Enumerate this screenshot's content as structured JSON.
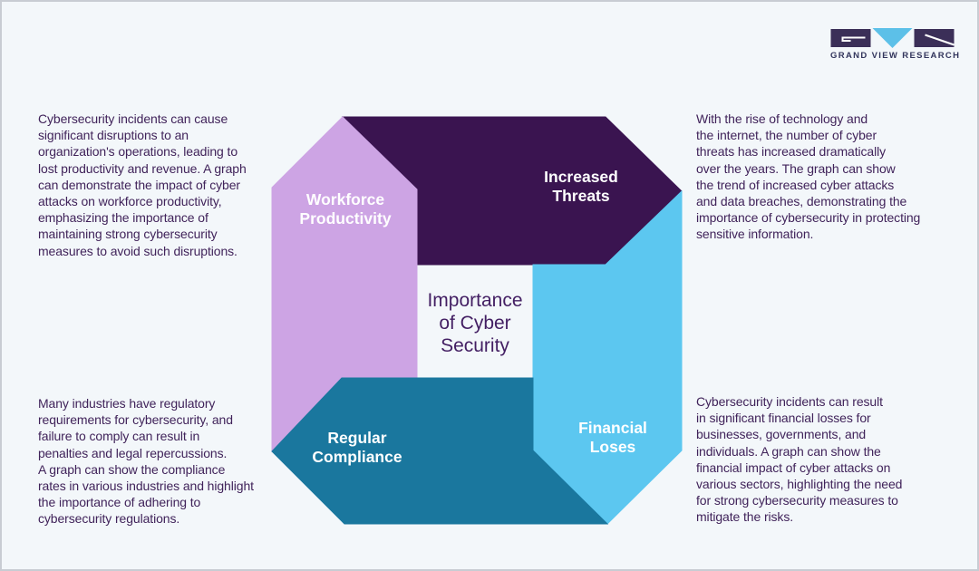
{
  "page": {
    "background_color": "#f3f7fa",
    "frame_color": "#c8ccd3"
  },
  "logo": {
    "text": "GRAND VIEW RESEARCH",
    "colors": {
      "dark": "#3b2f58",
      "triangle_blue": "#5cc0e8",
      "text": "#32355c"
    }
  },
  "diagram": {
    "title": "Importance\nof Cyber\nSecurity",
    "title_color": "#431f63",
    "label_color": "#ffffff"
  },
  "sections": {
    "workforce_productivity": {
      "label": "Workforce\nProductivity",
      "arrow_direction": "up",
      "color": "#cda4e4",
      "description": "Cybersecurity incidents can cause\nsignificant disruptions to an\norganization's operations, leading to\nlost productivity and revenue. A graph\ncan demonstrate the impact of cyber\nattacks on workforce productivity,\nemphasizing the importance of\nmaintaining strong cybersecurity\nmeasures to avoid such disruptions."
    },
    "increased_threats": {
      "label": "Increased\nThreats",
      "arrow_direction": "right",
      "color": "#3a1450",
      "description": "With the rise of technology and\nthe internet, the number of cyber\nthreats has increased dramatically\nover the years. The graph can show\nthe trend of increased cyber attacks\nand data breaches, demonstrating the\nimportance of cybersecurity in protecting\nsensitive information."
    },
    "financial_loses": {
      "label": "Financial\nLoses",
      "arrow_direction": "down",
      "color": "#5cc7f0",
      "description": "Cybersecurity incidents can result\nin significant financial losses for\nbusinesses, governments, and\nindividuals. A graph can show the\nfinancial impact of cyber attacks on\nvarious sectors, highlighting the need\nfor strong cybersecurity measures to\nmitigate the risks."
    },
    "regular_compliance": {
      "label": "Regular\nCompliance",
      "arrow_direction": "left",
      "color": "#1a779e",
      "description": "Many industries have regulatory\nrequirements for cybersecurity, and\nfailure to comply can result in\npenalties and legal repercussions.\nA graph can show the compliance\nrates in various industries and highlight\nthe importance of adhering to\ncybersecurity regulations."
    }
  },
  "text": {
    "body_color": "#40235a"
  }
}
